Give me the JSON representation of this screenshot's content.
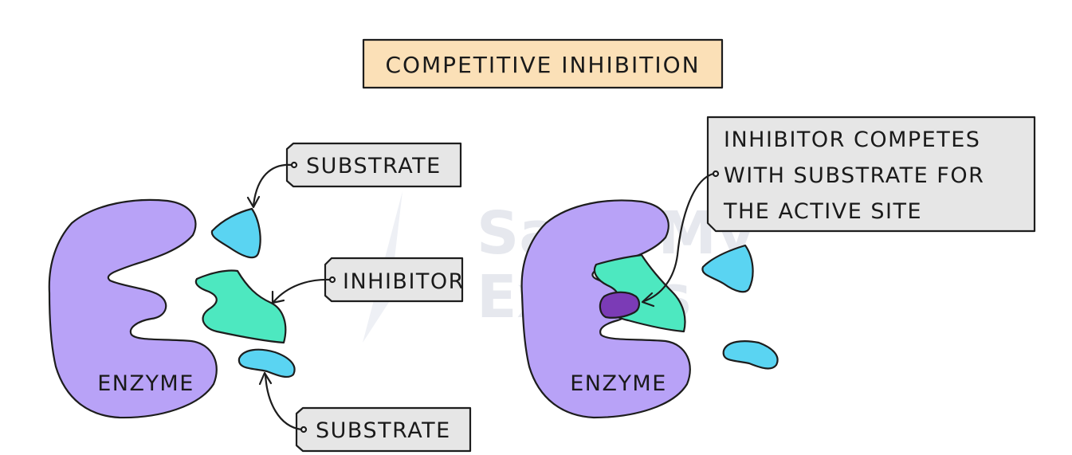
{
  "title": "COMPETITIVE INHIBITION",
  "watermark": {
    "line1": "Save My",
    "line2": "Exams"
  },
  "left_panel": {
    "enzyme_label": "ENZYME",
    "tags": {
      "substrate_top": "SUBSTRATE",
      "inhibitor": "INHIBITOR",
      "substrate_bottom": "SUBSTRATE"
    }
  },
  "right_panel": {
    "enzyme_label": "ENZYME",
    "callout": {
      "line1": "INHIBITOR COMPETES",
      "line2": "WITH SUBSTRATE FOR",
      "line3": "THE ACTIVE SITE"
    }
  },
  "colors": {
    "enzyme": "#b8a2f7",
    "substrate": "#5ad4f2",
    "inhibitor": "#4de8c0",
    "inhibitor_bound": "#7b3bb6",
    "title_box": "#fbe0b7",
    "label_box": "#e6e6e6",
    "watermark": "#e6e8ee"
  }
}
